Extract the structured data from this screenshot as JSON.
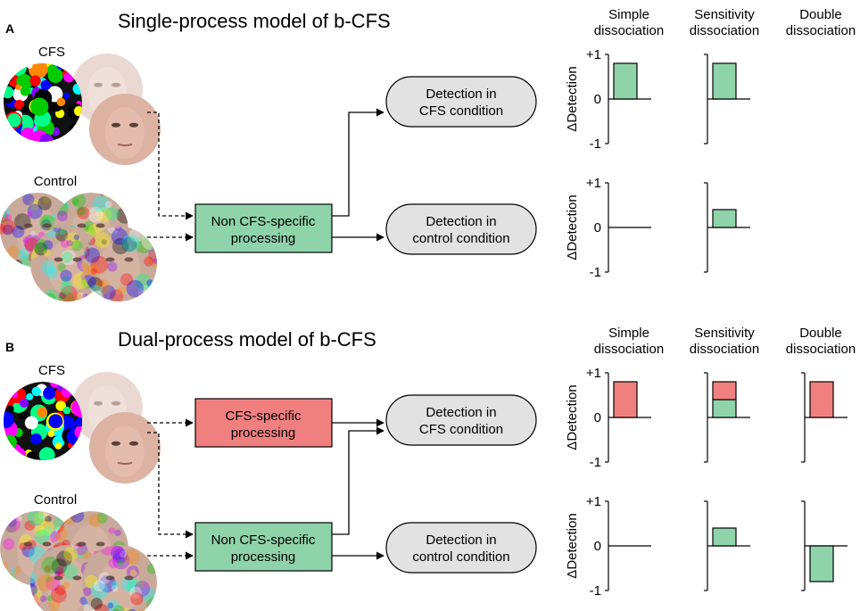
{
  "panels": [
    {
      "letter": "A",
      "title": "Single-process model of b-CFS",
      "stimuli": {
        "cfs": "CFS",
        "control": "Control"
      },
      "boxes": {
        "cfs_specific": null,
        "non_specific": [
          "Non CFS-specific",
          "processing"
        ],
        "detection_cfs": [
          "Detection in",
          "CFS condition"
        ],
        "detection_control": [
          "Detection in",
          "control condition"
        ]
      },
      "columns": [
        [
          "Simple",
          "dissociation"
        ],
        [
          "Sensitivity",
          "dissociation"
        ],
        [
          "Double",
          "dissociation"
        ]
      ],
      "chart_data": {
        "type": "bar",
        "ylabel": "ΔDetection",
        "yticks": [
          "+1",
          "0",
          "-1"
        ],
        "ylim": [
          -1,
          1
        ],
        "rows": [
          {
            "condition": "CFS",
            "plots": [
              {
                "column": "Simple dissociation",
                "bars": [
                  {
                    "value": 0.8,
                    "color": "#8fd3aa"
                  }
                ]
              },
              {
                "column": "Sensitivity dissociation",
                "bars": [
                  {
                    "value": 0.8,
                    "color": "#8fd3aa"
                  }
                ]
              }
            ]
          },
          {
            "condition": "Control",
            "plots": [
              {
                "column": "Simple dissociation",
                "bars": []
              },
              {
                "column": "Sensitivity dissociation",
                "bars": [
                  {
                    "value": 0.4,
                    "color": "#8fd3aa"
                  }
                ]
              }
            ]
          }
        ]
      }
    },
    {
      "letter": "B",
      "title": "Dual-process model of b-CFS",
      "stimuli": {
        "cfs": "CFS",
        "control": "Control"
      },
      "boxes": {
        "cfs_specific": [
          "CFS-specific",
          "processing"
        ],
        "non_specific": [
          "Non CFS-specific",
          "processing"
        ],
        "detection_cfs": [
          "Detection in",
          "CFS condition"
        ],
        "detection_control": [
          "Detection in",
          "control condition"
        ]
      },
      "columns": [
        [
          "Simple",
          "dissociation"
        ],
        [
          "Sensitivity",
          "dissociation"
        ],
        [
          "Double",
          "dissociation"
        ]
      ],
      "chart_data": {
        "type": "bar",
        "ylabel": "ΔDetection",
        "yticks": [
          "+1",
          "0",
          "-1"
        ],
        "ylim": [
          -1,
          1
        ],
        "rows": [
          {
            "condition": "CFS",
            "plots": [
              {
                "column": "Simple dissociation",
                "bars": [
                  {
                    "value": 0.8,
                    "color": "#f08080"
                  }
                ]
              },
              {
                "column": "Sensitivity dissociation",
                "bars": [
                  {
                    "value": 0.4,
                    "color": "#8fd3aa"
                  },
                  {
                    "value": 0.4,
                    "color": "#f08080"
                  }
                ]
              },
              {
                "column": "Double dissociation",
                "bars": [
                  {
                    "value": 0.8,
                    "color": "#f08080"
                  }
                ]
              }
            ]
          },
          {
            "condition": "Control",
            "plots": [
              {
                "column": "Simple dissociation",
                "bars": []
              },
              {
                "column": "Sensitivity dissociation",
                "bars": [
                  {
                    "value": 0.4,
                    "color": "#8fd3aa"
                  }
                ]
              },
              {
                "column": "Double dissociation",
                "bars": [
                  {
                    "value": -0.8,
                    "color": "#8fd3aa"
                  }
                ]
              }
            ]
          }
        ]
      }
    }
  ],
  "colors": {
    "green": "#8fd3aa",
    "red": "#f08080",
    "gray": "#e2e2e2"
  }
}
